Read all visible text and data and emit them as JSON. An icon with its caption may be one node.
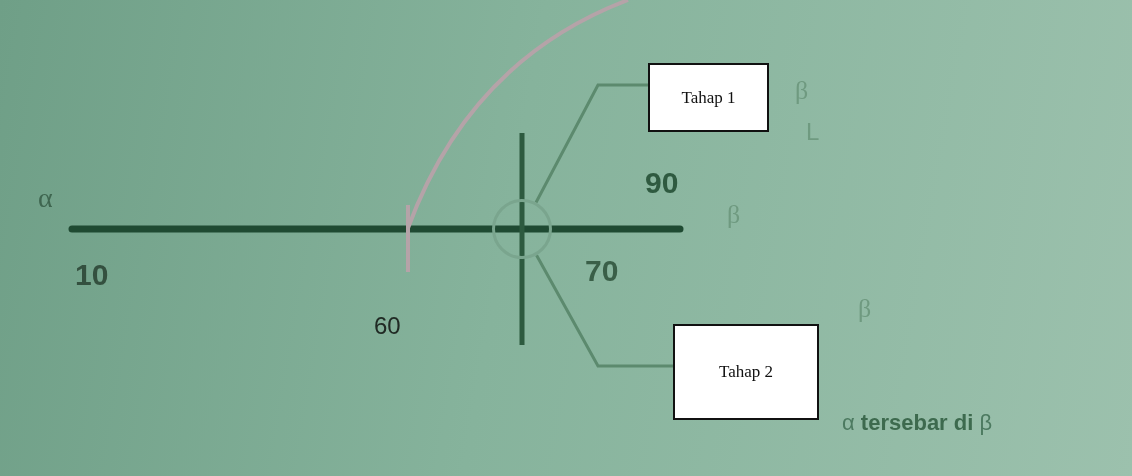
{
  "diagram": {
    "nodes": [
      {
        "text": [
          "Tahap 1"
        ]
      },
      {
        "text": [
          "Tahap 2"
        ]
      },
      {
        "text": [],
        "shape": "circle"
      }
    ],
    "edges": [
      {
        "from": 0,
        "to": 2,
        "arrow": "none"
      },
      {
        "from": 1,
        "to": 2,
        "arrow": "none"
      }
    ],
    "labels": [
      "β",
      "L",
      "90",
      "α",
      "β",
      "10",
      "70",
      "60",
      "β",
      "α **tersebar di** β"
    ]
  }
}
